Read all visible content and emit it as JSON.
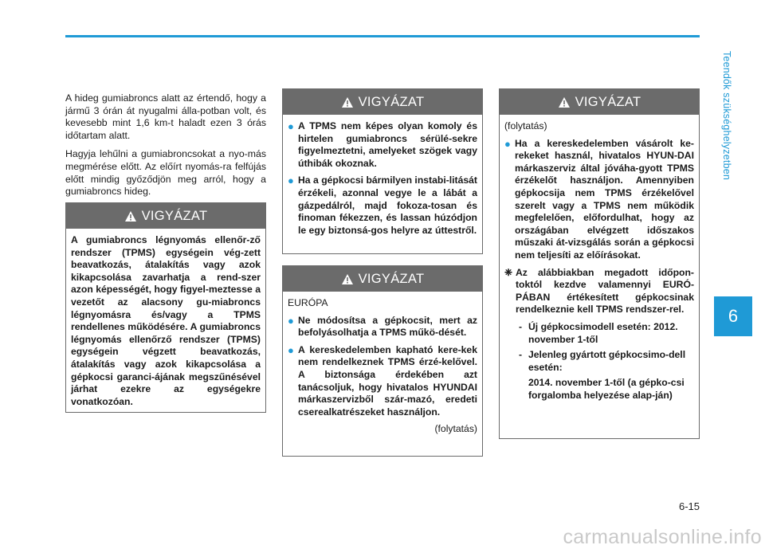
{
  "side_label": "Teendők szükséghelyzetben",
  "chapter_number": "6",
  "page_number": "6-15",
  "watermark": "carmanualsonline.info",
  "column1": {
    "p1": "A hideg gumiabroncs alatt az értendő, hogy a jármű 3 órán át nyugalmi álla-potban volt, és kevesebb mint 1,6 km-t haladt ezen 3 órás időtartam alatt.",
    "p2": "Hagyja lehűlni a gumiabroncsokat a nyo-más megmérése előtt. Az előírt nyomás-ra felfújás előtt mindig győződjön meg arról, hogy a gumiabroncs hideg."
  },
  "warnings": {
    "w1": {
      "title": "VIGYÁZAT",
      "text": "A gumiabroncs légnyomás ellenőr-ző rendszer (TPMS) egységein vég-zett beavatkozás, átalakítás vagy azok kikapcsolása zavarhatja a rend-szer azon képességét, hogy figyel-meztesse a vezetőt az alacsony gu-miabroncs légnyomásra és/vagy a TPMS rendellenes működésére. A gumiabroncs légnyomás ellenőrző rendszer (TPMS) egységein végzett beavatkozás, átalakítás vagy azok kikapcsolása a gépkocsi garanci-ájának megszűnésével járhat ezekre az egységekre vonatkozóan."
    },
    "w2": {
      "title": "VIGYÁZAT",
      "bullets": [
        "A TPMS nem képes olyan komoly és hirtelen gumiabroncs sérülé-sekre figyelmeztetni, amelyeket szögek vagy úthibák okoznak.",
        "Ha a gépkocsi bármilyen instabi-litását érzékeli, azonnal vegye le a lábát a gázpedálról, majd fokoza-tosan és finoman fékezzen, és lassan húzódjon le egy biztonsá-gos helyre az úttestről."
      ]
    },
    "w3": {
      "title": "VIGYÁZAT",
      "heading": "EURÓPA",
      "bullets": [
        "Ne módosítsa a gépkocsit, mert az befolyásolhatja a TPMS műkö-dését.",
        "A kereskedelemben kapható kere-kek nem rendelkeznek TPMS érzé-kelővel. A biztonsága érdekében azt tanácsoljuk, hogy hivatalos HYUNDAI márkaszervizből szár-mazó, eredeti cserealkatrészeket használjon."
      ],
      "continued": "(folytatás)"
    },
    "w4": {
      "title": "VIGYÁZAT",
      "continued": "(folytatás)",
      "bullet": "Ha a kereskedelemben vásárolt ke-rekeket használ, hivatalos HYUN-DAI márkaszerviz által jóváha-gyott TPMS érzékelőt használjon. Amennyiben gépkocsija nem TPMS érzékelővel szerelt vagy a TPMS nem működik megfelelően, előfordulhat, hogy az országában elvégzett időszakos műszaki át-vizsgálás során a gépkocsi nem teljesíti az előírásokat.",
      "note_symbol": "❈",
      "note": "Az alábbiakban megadott időpon-toktól kezdve valamennyi EURÓ-PÁBAN értékesített gépkocsinak rendelkeznie kell TPMS rendszer-rel.",
      "dash1": "Új gépkocsimodell esetén: 2012. november 1-től",
      "dash2": "Jelenleg gyártott gépkocsimo-dell esetén:",
      "dash2_cont": "2014. november 1-től (a gépko-csi forgalomba helyezése alap-ján)"
    }
  }
}
